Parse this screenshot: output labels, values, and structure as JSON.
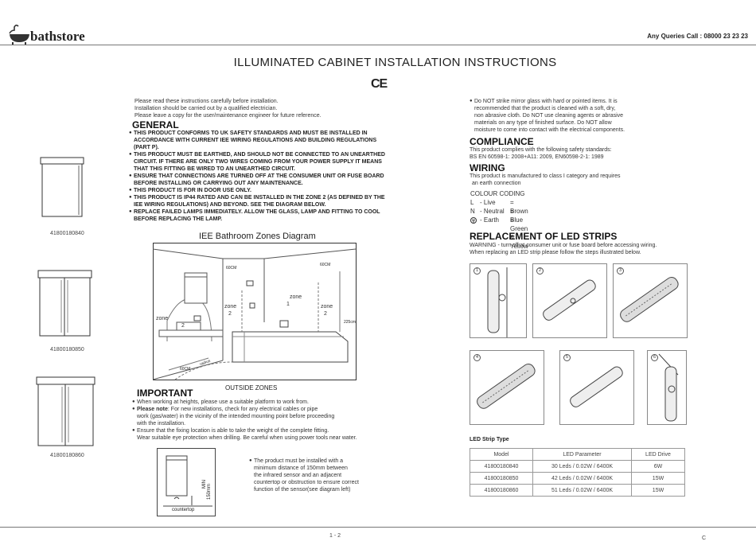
{
  "header": {
    "brand": "bathstore",
    "queries": "Any Queries Call : 08000 23 23 23",
    "title": "ILLUMINATED CABINET INSTALLATION INSTRUCTIONS",
    "ce_mark": "CE"
  },
  "intro": [
    "Please read these instructions carefully before installation.",
    "Installation should be carried out by a qualified electrician.",
    "Please leave a copy for the user/maintenance engineer for future reference."
  ],
  "general": {
    "heading": "GENERAL",
    "items": [
      "THIS PRODUCT CONFORMS TO UK SAFETY STANDARDS AND  MUST BE INSTALLED IN",
      "ACCORDANCE WITH CURRENT IEE WIRING  REGULATIONS AND BUILDING REGULATIONS",
      "(PART P).",
      "THIS PRODUCT MUST BE EARTHED,  AND SHOULD NOT BE CONNECTED TO AN UNEARTHED",
      "CIRCUIT. IF THERE ARE ONLY TWO WIRES COMING FROM YOUR POWER SUPPLY IT MEANS",
      "THAT THIS FITTING BE WIRED TO AN UNEARTHED CIRCUIT.",
      "ENSURE THAT CONNECTIONS ARE TURNED OFF AT THE CONSUMER UNIT OR FUSE BOARD",
      "BEFORE INSTALLING OR CARRYING OUT ANY MAINTENANCE.",
      "THIS PRODUCT IS FOR IN DOOR USE ONLY.",
      "THIS PRODUCT IS IP44 RATED AND CAN BE INSTALLED IN THE ZONE 2  (AS DEFINED BY THE",
      "IEE WIRING REGULATIONS) AND BEYOND.  SEE THE DIAGRAM BELOW.",
      "REPLACE FAILED LAMPS IMMEDIATELY. ALLOW THE GLASS, LAMP AND FITTING TO COOL",
      "BEFORE REPLACING THE LAMP."
    ]
  },
  "cabinets": [
    "41800180840",
    "41800180850",
    "41800180860"
  ],
  "zones": {
    "title": "IEE Bathroom  Zones Diagram",
    "outside": "OUTSIDE ZONES",
    "zone1": "zone",
    "zone1_num": "1",
    "zone2a": "zone",
    "zone2a_num": "2",
    "zone2b": "zone",
    "zone2b_num": "2",
    "zone2c": "zone",
    "zone2c_num": "2",
    "dim_60a": "60CM",
    "dim_60b": "60CM",
    "dim_60c": "60CM",
    "dim_225": "225cm",
    "radius": "radius"
  },
  "important": {
    "heading": "IMPORTANT",
    "lines": [
      "When working at heights, please use a suitable platform to work from.",
      "Please note",
      ": For new installations, check for any electrical cables or pipe",
      "work (gas/water) in the vicinity of the intended mounting point before proceeding",
      "with the installation.",
      "Ensure that the fixing location is able to take the weight of the complete fitting.",
      "Wear suitable eye protection when drilling. Be careful when using power tools near water."
    ]
  },
  "sensor": {
    "min_label": "MIN",
    "min_value": "150mm",
    "countertop": "countertop",
    "note": [
      "The product must be installed with a",
      "minimum distance of 150mm between",
      "the infrared sensor and an adjacent",
      "countertop or obstruction to ensure correct",
      "function of the sensor(see diagram left)"
    ]
  },
  "right_intro": [
    "Do NOT strike mirror glass with hard or pointed items. It is",
    "recommended that the product is cleaned with a soft, dry,",
    "non abrasive cloth. Do NOT use cleaning agents or abrasive",
    "materials on any type of finished surface. Do NOT allow",
    "moisture to come into contact with the electrical components."
  ],
  "compliance": {
    "heading": "COMPLIANCE",
    "lines": [
      "This product complies with the following safety standards:",
      "BS EN 60598-1: 2008+A11: 2009, EN60598-2-1: 1989"
    ]
  },
  "wiring": {
    "heading": "WIRING",
    "lines": [
      "This product is manufactured to class I category and requires",
      "an earth connection"
    ],
    "colour_coding": "COLOUR CODING",
    "codes": [
      {
        "sym": "L",
        "name": "- Live",
        "colour": "= Brown"
      },
      {
        "sym": "N",
        "name": "- Neutral",
        "colour": "= Blue"
      },
      {
        "sym": "",
        "name": "- Earth",
        "colour": "= Green & Yellow"
      }
    ]
  },
  "replacement": {
    "heading": "REPLACEMENT OF LED STRIPS",
    "warning_label": "WARNING",
    "warning": " - turn off at consumer unit or fuse board before accessing wiring.",
    "instruction": "When replacing an LED strip please follow the steps illustrated below.",
    "steps": [
      "1",
      "2",
      "3",
      "4",
      "5",
      "6"
    ]
  },
  "led_table": {
    "title": "LED Strip Type",
    "headers": [
      "Model",
      "LED Parameter",
      "LED Drive"
    ],
    "rows": [
      [
        "41800180840",
        "30 Leds / 0.02W / 6400K",
        "6W"
      ],
      [
        "41800180850",
        "42 Leds / 0.02W / 6400K",
        "15W"
      ],
      [
        "41800180860",
        "51 Leds / 0.02W / 6400K",
        "15W"
      ]
    ]
  },
  "footer": {
    "page": "1 - 2",
    "corner": "C"
  }
}
